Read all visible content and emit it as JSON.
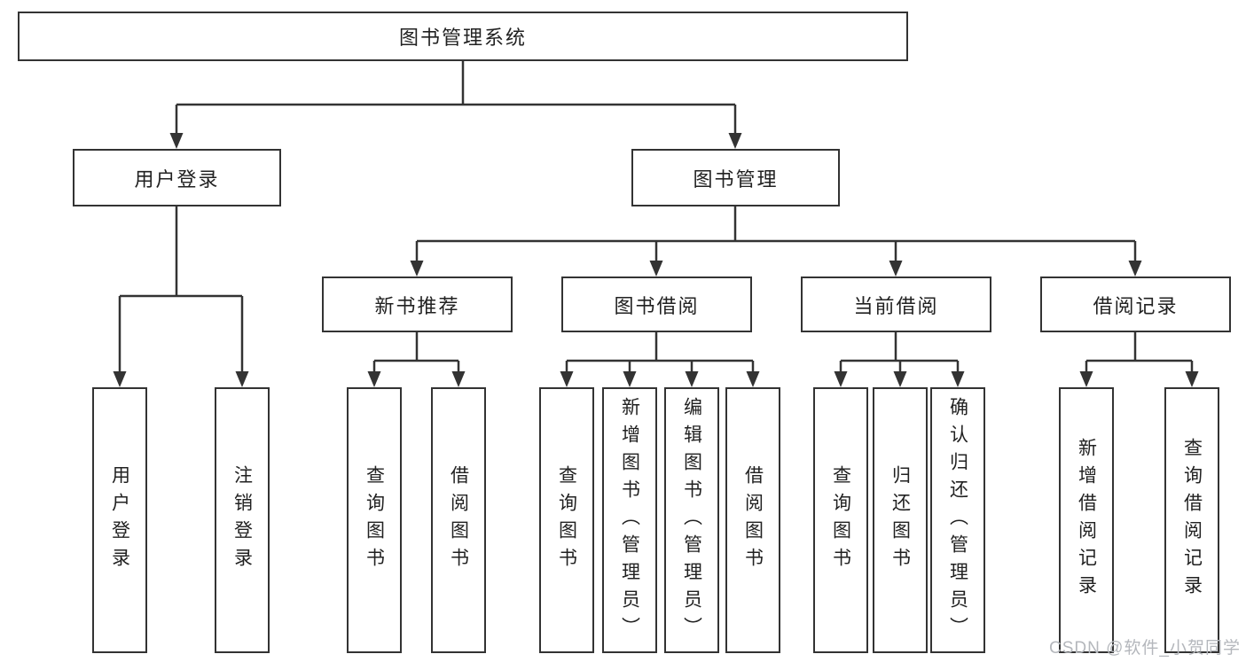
{
  "diagram": {
    "root": "图书管理系统",
    "login": {
      "label": "用户登录",
      "children": [
        "用户登录",
        "注销登录"
      ]
    },
    "management": {
      "label": "图书管理",
      "sections": [
        {
          "label": "新书推荐",
          "children": [
            "查询图书",
            "借阅图书"
          ]
        },
        {
          "label": "图书借阅",
          "children": [
            "查询图书",
            "新增图书（管理员）",
            "编辑图书（管理员）",
            "借阅图书"
          ]
        },
        {
          "label": "当前借阅",
          "children": [
            "查询图书",
            "归还图书",
            "确认归还（管理员）"
          ]
        },
        {
          "label": "借阅记录",
          "children": [
            "新增借阅记录",
            "查询借阅记录"
          ]
        }
      ]
    }
  },
  "watermark": "CSDN @软件_小贺同学",
  "colors": {
    "line": "#333333",
    "box_border": "#333333",
    "text": "#212121",
    "background": "#ffffff",
    "watermark": "#b4b7bc"
  }
}
